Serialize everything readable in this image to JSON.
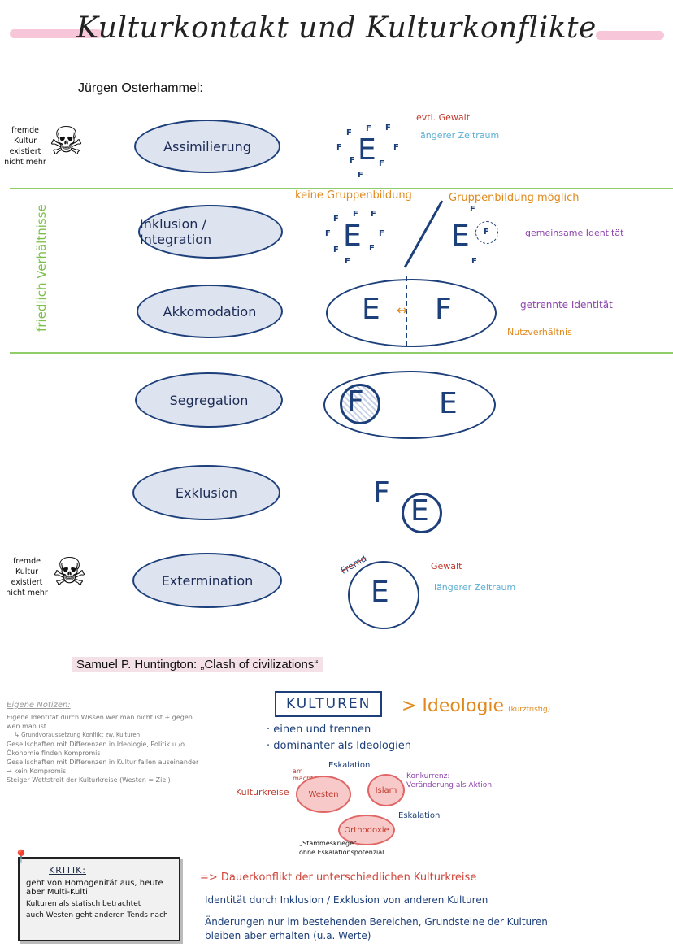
{
  "title": "Kulturkontakt und Kulturkonflikte",
  "author": "Jürgen Osterhammel:",
  "side_note_top": [
    "fremde",
    "Kultur",
    "existiert",
    "nicht mehr"
  ],
  "side_note_bottom": [
    "fremde",
    "Kultur",
    "existiert",
    "nicht mehr"
  ],
  "vertical_label": "friedlich Verhältnisse",
  "stages": [
    {
      "label": "Assimilierung"
    },
    {
      "label": "Inklusion / Integration"
    },
    {
      "label": "Akkomodation"
    },
    {
      "label": "Segregation"
    },
    {
      "label": "Exklusion"
    },
    {
      "label": "Extermination"
    }
  ],
  "letters": {
    "E": "E",
    "F": "F"
  },
  "notes": {
    "assim_violence": "evtl. Gewalt",
    "assim_time": "längerer Zeitraum",
    "no_group": "keine Gruppenbildung",
    "group_possible": "Gruppenbildung möglich",
    "shared_identity": "gemeinsame Identität",
    "separate_identity": "getrennte Identität",
    "utility": "Nutzverhältnis",
    "exterm_violence": "Gewalt",
    "exterm_time": "längerer Zeitraum",
    "fremd": "Fremd"
  },
  "huntington": "Samuel P. Huntington: „Clash of civilizations“",
  "own_notes": {
    "heading": "Eigene Notizen:",
    "items": [
      "Eigene Identität durch Wissen wer man nicht ist + gegen wen man ist",
      "↳ Grundvoraussetzung Konflikt zw. Kulturen",
      "Gesellschaften mit Differenzen in Ideologie, Politik u./o. Ökonomie finden Kompromis",
      "Gesellschaften mit Differenzen in Kultur fallen auseinander → kein Kompromis",
      "Steiger Wettstreit der Kulturkreise (Westen = Ziel)"
    ]
  },
  "kulturen": {
    "box": "KULTUREN",
    "ideology": "> Ideologie",
    "ideology_note": "(kurzfristig)",
    "point1": "einen und trennen",
    "point2": "dominanter als Ideologien"
  },
  "diagram": {
    "kulturkreise": "Kulturkreise",
    "westen": "Westen",
    "islam": "Islam",
    "orthodoxie": "Orthodoxie",
    "eskalation1": "Eskalation",
    "eskalation2": "Eskalation",
    "mächtigsten": "am mächtigsten",
    "konkurrenz": "Konkurrenz:",
    "konkurrenz2": "Veränderung als Aktion",
    "stammes": "„Stammeskriege“,",
    "ohne": "ohne Eskalationspotenzial"
  },
  "kritik": {
    "heading": "KRITIK:",
    "items": [
      "geht von Homogenität aus, heute aber Multi-Kulti",
      "Kulturen als statisch betrachtet",
      "auch Westen geht anderen Tends nach"
    ]
  },
  "conclusions": [
    "=> Dauerkonflikt der unterschiedlichen Kulturkreise",
    "Identität durch Inklusion / Exklusion von anderen Kulturen",
    "Änderungen nur im bestehenden Bereichen, Grundsteine der Kulturen bleiben aber erhalten (u.a. Werte)"
  ]
}
